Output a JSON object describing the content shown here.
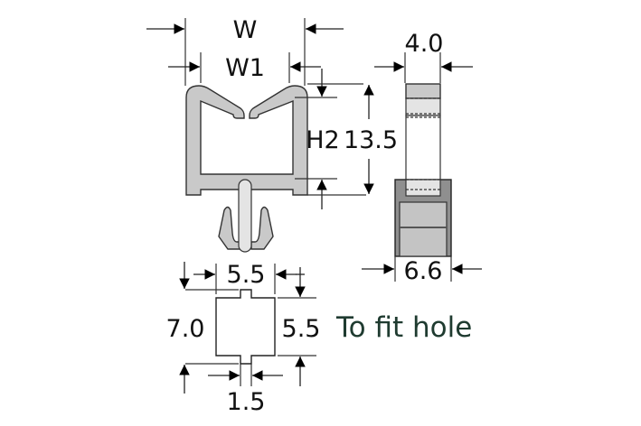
{
  "front_view": {
    "labels": {
      "overall_width": "W",
      "inner_width": "W1",
      "inner_height": "H2",
      "overall_height": "13.5"
    }
  },
  "side_view": {
    "labels": {
      "top_width": "4.0",
      "base_width": "6.6"
    }
  },
  "hole_view": {
    "labels": {
      "width": "5.5",
      "total_height": "7.0",
      "square_height": "5.5",
      "slot_width": "1.5"
    },
    "caption": "To fit hole"
  },
  "colors": {
    "caption": "#1f3b30",
    "part_fill": "#c9c9c9",
    "base_fill": "#8f8f8f"
  }
}
